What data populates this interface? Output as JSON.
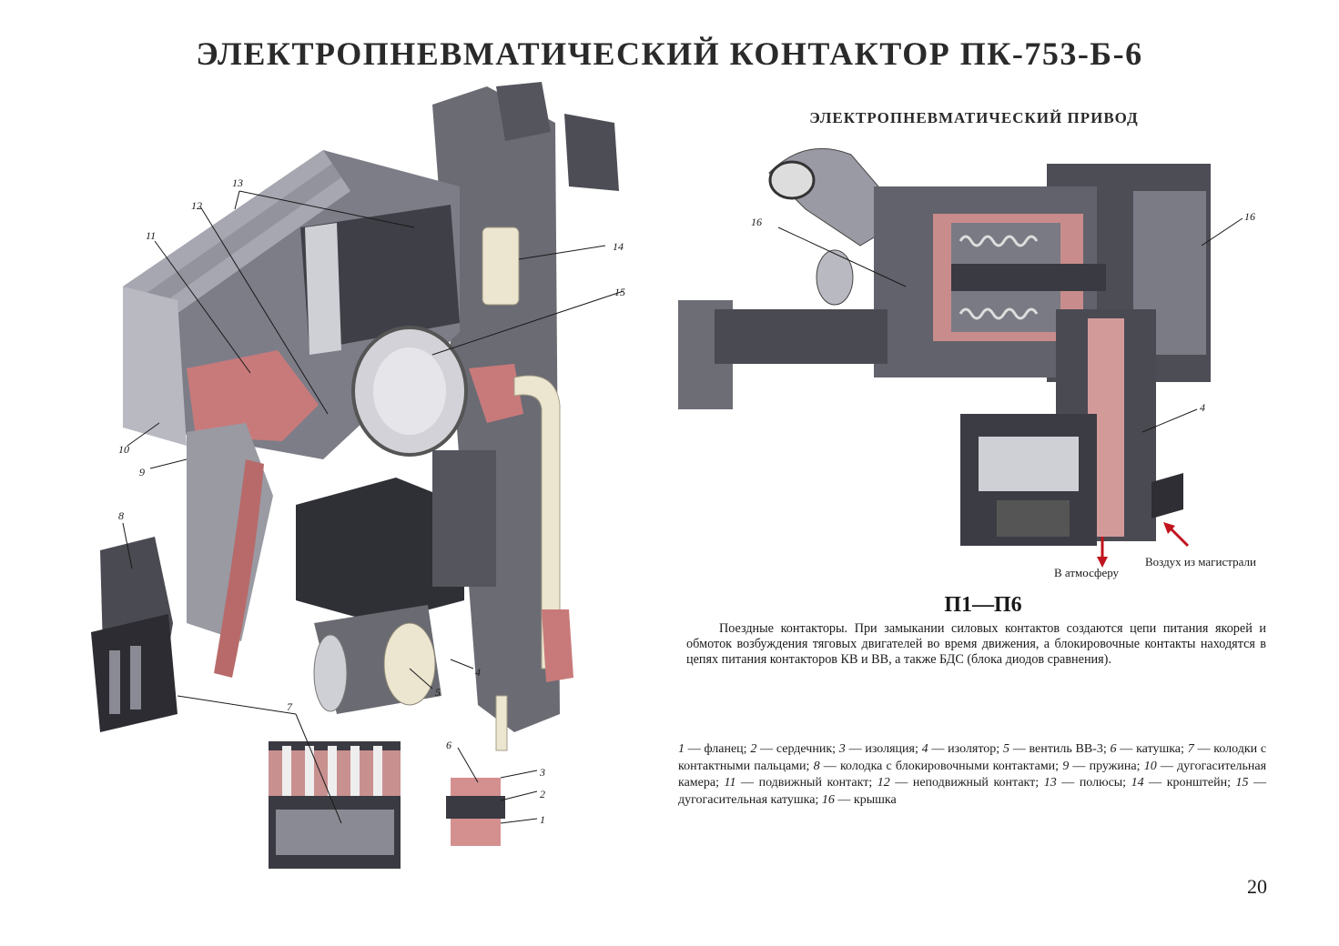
{
  "page": {
    "title": "ЭЛЕКТРОПНЕВМАТИЧЕСКИЙ КОНТАКТОР ПК-753-Б-6",
    "page_number": "20"
  },
  "drive": {
    "title": "ЭЛЕКТРОПНЕВМАТИЧЕСКИЙ ПРИВОД",
    "arrow_atmosphere": "В атмосферу",
    "arrow_air_in": "Воздух из магистрали"
  },
  "section": {
    "code": "П1—П6",
    "description": "Поездные контакторы. При замыкании силовых контактов создаются цепи питания якорей и обмоток возбуждения тяговых двигателей во время движения, а блокировочные контакты находятся в цепях питания контакторов КВ и ВВ, а также БДС (блока диодов сравнения)."
  },
  "callouts": {
    "main": [
      "13",
      "12",
      "11",
      "10",
      "9",
      "8",
      "7",
      "14",
      "15",
      "5",
      "4"
    ],
    "drive": [
      "16",
      "16",
      "4"
    ],
    "coil": [
      "6",
      "3",
      "2",
      "1"
    ]
  },
  "legend": [
    {
      "n": "1",
      "t": "фланец;"
    },
    {
      "n": "2",
      "t": "сердечник;"
    },
    {
      "n": "3",
      "t": "изоляция;"
    },
    {
      "n": "4",
      "t": "изолятор;"
    },
    {
      "n": "5",
      "t": "вентиль ВВ-3;"
    },
    {
      "n": "6",
      "t": "катушка;"
    },
    {
      "n": "7",
      "t": "колодки с контактными пальцами;"
    },
    {
      "n": "8",
      "t": "колодка с блокировочными контактами;"
    },
    {
      "n": "9",
      "t": "пружина;"
    },
    {
      "n": "10",
      "t": "дугогасительная камера;"
    },
    {
      "n": "11",
      "t": "подвижный контакт;"
    },
    {
      "n": "12",
      "t": "неподвижный контакт;"
    },
    {
      "n": "13",
      "t": "полюсы;"
    },
    {
      "n": "14",
      "t": "кронштейн;"
    },
    {
      "n": "15",
      "t": "дугогасительная катушка;"
    },
    {
      "n": "16",
      "t": "крышка"
    }
  ],
  "colors": {
    "metal_dark": "#4a4a52",
    "metal_mid": "#8a8a94",
    "metal_light": "#c4c4cc",
    "copper": "#c87a7a",
    "insulator": "#e9e2cf",
    "arrow_red": "#c0141e"
  }
}
